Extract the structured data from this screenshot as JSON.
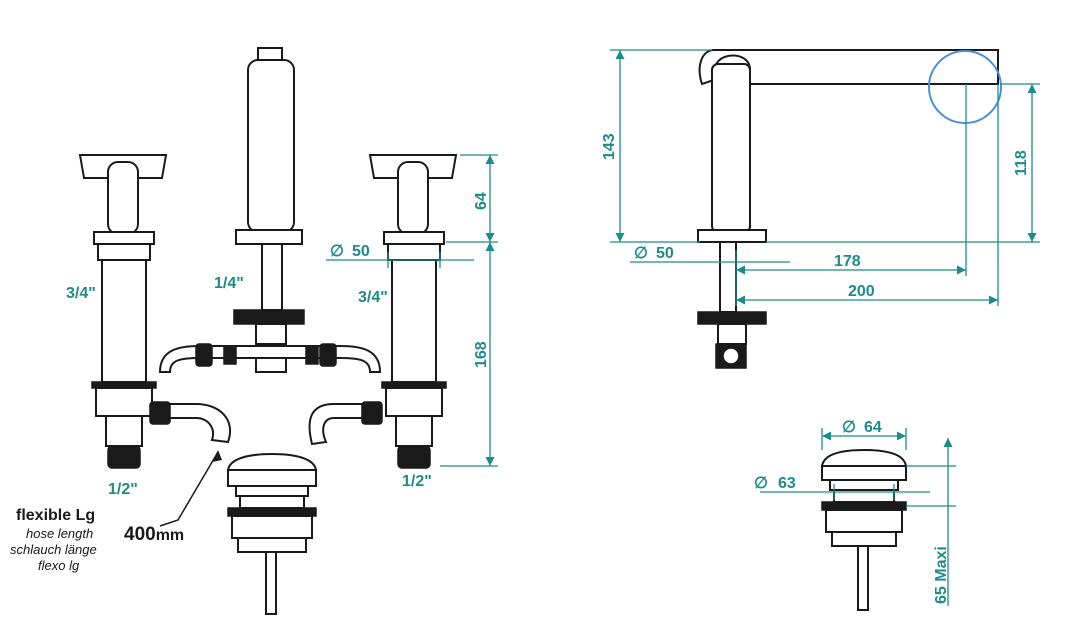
{
  "colors": {
    "dimension": "#1f8a8a",
    "outline": "#1a1a1a",
    "highlight_circle": "#4a90d9",
    "background": "#ffffff"
  },
  "labels": {
    "thread_left_top": "3/4\"",
    "thread_center": "1/4\"",
    "thread_right": "3/4\"",
    "thread_left_bottom": "1/2\"",
    "thread_right_bottom": "1/2\"",
    "dim_handle_height": "64",
    "dim_body_diameter": "50",
    "dim_body_height": "168",
    "hose_title": "flexible Lg",
    "hose_en": "hose length",
    "hose_de": "schlauch länge",
    "hose_fr": "flexo lg",
    "hose_length": "400",
    "hose_unit": "mm",
    "side_height": "143",
    "side_spout_height": "118",
    "side_diameter": "50",
    "side_reach_inner": "178",
    "side_reach_outer": "200",
    "waste_head_diameter": "64",
    "waste_body_diameter": "63",
    "waste_max": "65 Maxi"
  }
}
